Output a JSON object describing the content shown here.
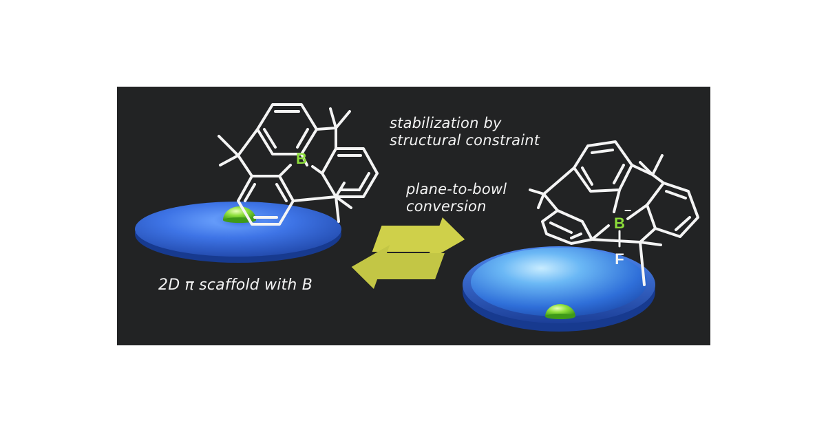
{
  "captions": {
    "constraint_line1": "stabilization by",
    "constraint_line2": "structural constraint",
    "conversion_line1": "plane-to-bowl",
    "conversion_line2": "conversion",
    "scaffold": "2D π scaffold with B"
  },
  "atoms": {
    "boron_left": "B",
    "boron_right": "B",
    "fluorine": "F",
    "charge": "−"
  },
  "colors": {
    "background": "#222324",
    "disc_blue": "#3f74e6",
    "boron_green": "#8dde3a",
    "arrow_yellow": "#cfd04a",
    "bonds": "#f4f4f4"
  }
}
